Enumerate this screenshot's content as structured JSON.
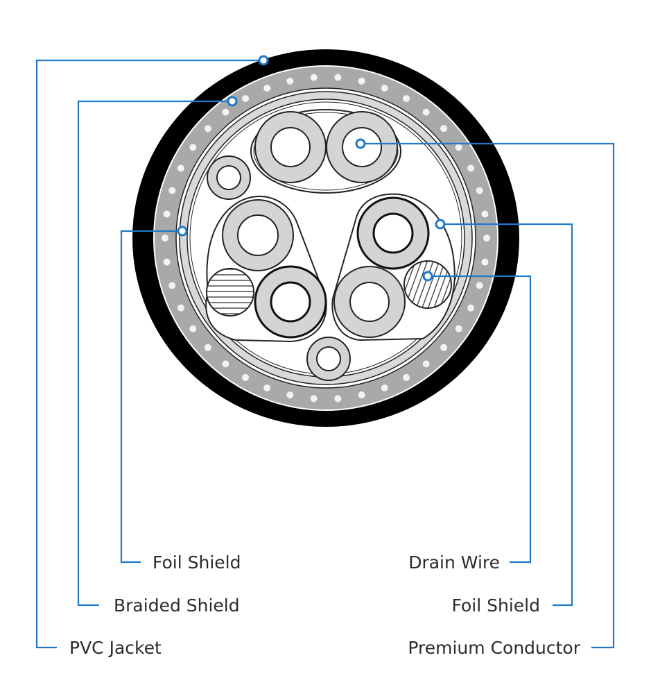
{
  "title": "Cable cross-section",
  "colors": {
    "accent": "#1f78c8",
    "jacket": "#000000",
    "braid": "#a9a9a9",
    "insulation": "#d4d4d4"
  },
  "callouts": {
    "left": [
      {
        "label": "Foil Shield"
      },
      {
        "label": "Braided Shield"
      },
      {
        "label": "PVC Jacket"
      }
    ],
    "right": [
      {
        "label": "Drain Wire"
      },
      {
        "label": "Foil Shield"
      },
      {
        "label": "Premium Conductor"
      }
    ]
  }
}
